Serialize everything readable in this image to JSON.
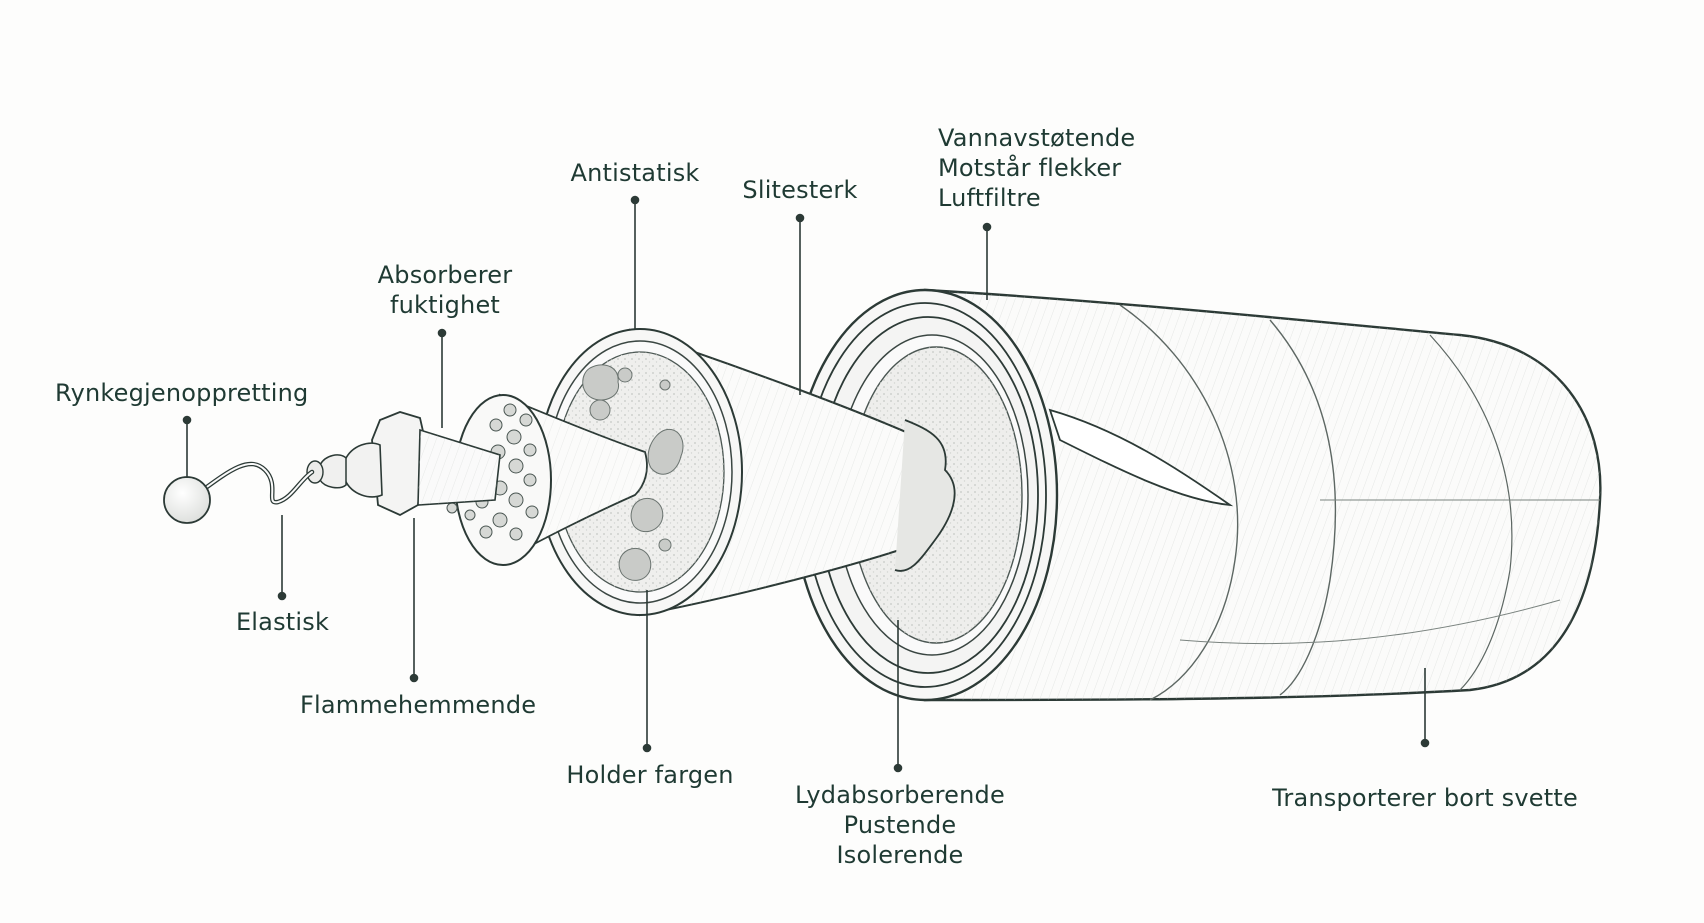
{
  "colors": {
    "ink": "#1f3a33",
    "stroke": "#2c3a36",
    "hatch": "#b9bfbc",
    "foam": "#eeeeec",
    "pore": "#c9cbc8"
  },
  "labels": {
    "rynkegjenoppretting": "Rynkegjenoppretting",
    "elastisk": "Elastisk",
    "absorberer": [
      "Absorberer",
      "fuktighet"
    ],
    "flammehemmende": "Flammehemmende",
    "antistatisk": "Antistatisk",
    "holder_fargen": "Holder fargen",
    "slitesterk": "Slitesterk",
    "vannavstotende": [
      "Vannavstøtende",
      "Motstår flekker",
      "Luftfiltre"
    ],
    "lydabsorberende": [
      "Lydabsorberende",
      "Pustende",
      "Isolerende"
    ],
    "transporterer": "Transporterer bort svette"
  }
}
